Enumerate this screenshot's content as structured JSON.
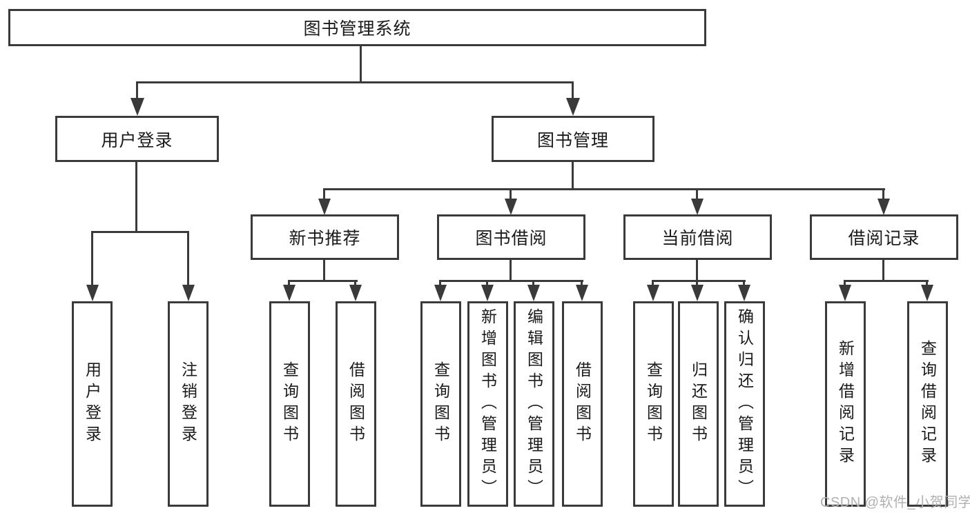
{
  "diagram": {
    "title": "图书管理系统",
    "watermark": "CSDN @软件_小贺同学",
    "colors": {
      "line": "#3a3a3a",
      "text": "#1a1a1a",
      "watermark": "#b1b1b1",
      "bg": "#ffffff"
    },
    "nodes": {
      "root": {
        "label": "图书管理系统"
      },
      "user_login": {
        "label": "用户登录"
      },
      "book_mgmt": {
        "label": "图书管理"
      },
      "new_book_rec": {
        "label": "新书推荐"
      },
      "book_borrow": {
        "label": "图书借阅"
      },
      "current_borrow": {
        "label": "当前借阅"
      },
      "borrow_record": {
        "label": "借阅记录"
      },
      "leaf_user_login": {
        "label": "用户登录"
      },
      "leaf_logout": {
        "label": "注销登录"
      },
      "leaf_query_book_1": {
        "label": "查询图书"
      },
      "leaf_borrow_book_1": {
        "label": "借阅图书"
      },
      "leaf_query_book_2": {
        "label": "查询图书"
      },
      "leaf_add_book": {
        "label": "新增图书（管理员）"
      },
      "leaf_edit_book": {
        "label": "编辑图书（管理员）"
      },
      "leaf_borrow_book_2": {
        "label": "借阅图书"
      },
      "leaf_query_book_3": {
        "label": "查询图书"
      },
      "leaf_return_book": {
        "label": "归还图书"
      },
      "leaf_confirm_return": {
        "label": "确认归还（管理员）"
      },
      "leaf_add_borrow_record": {
        "label": "新增借阅记录"
      },
      "leaf_query_borrow_record": {
        "label": "查询借阅记录"
      }
    },
    "edges": [
      {
        "from": "图书管理系统",
        "to": "用户登录"
      },
      {
        "from": "图书管理系统",
        "to": "图书管理"
      },
      {
        "from": "用户登录",
        "to": "用户登录"
      },
      {
        "from": "用户登录",
        "to": "注销登录"
      },
      {
        "from": "图书管理",
        "to": "新书推荐"
      },
      {
        "from": "图书管理",
        "to": "图书借阅"
      },
      {
        "from": "图书管理",
        "to": "当前借阅"
      },
      {
        "from": "图书管理",
        "to": "借阅记录"
      },
      {
        "from": "新书推荐",
        "to": "查询图书"
      },
      {
        "from": "新书推荐",
        "to": "借阅图书"
      },
      {
        "from": "图书借阅",
        "to": "查询图书"
      },
      {
        "from": "图书借阅",
        "to": "新增图书（管理员）"
      },
      {
        "from": "图书借阅",
        "to": "编辑图书（管理员）"
      },
      {
        "from": "图书借阅",
        "to": "借阅图书"
      },
      {
        "from": "当前借阅",
        "to": "查询图书"
      },
      {
        "from": "当前借阅",
        "to": "归还图书"
      },
      {
        "from": "当前借阅",
        "to": "确认归还（管理员）"
      },
      {
        "from": "借阅记录",
        "to": "新增借阅记录"
      },
      {
        "from": "借阅记录",
        "to": "查询借阅记录"
      }
    ]
  }
}
